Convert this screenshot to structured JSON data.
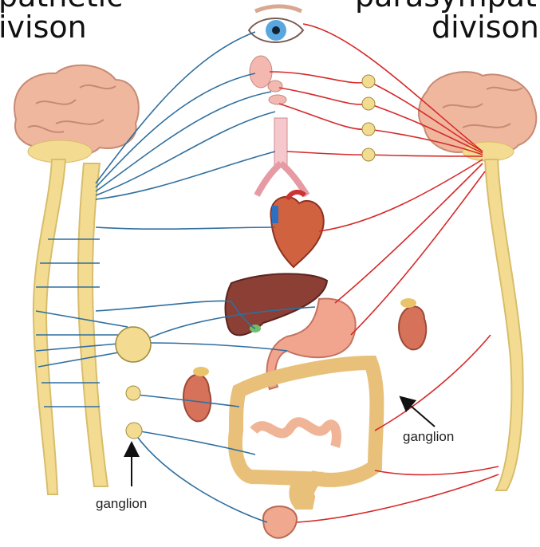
{
  "header": {
    "left_line1": "pathetic",
    "left_line2": "ivison",
    "right_line1": "parasympat",
    "right_line2": "divison"
  },
  "labels": {
    "ganglion_left": "ganglion",
    "ganglion_right": "ganglion"
  },
  "colors": {
    "sympathetic_nerve": "#2f6f9f",
    "parasympathetic_nerve": "#d62a2a",
    "spinal_cord": "#f3dc92",
    "brain": "#f0b79f"
  }
}
